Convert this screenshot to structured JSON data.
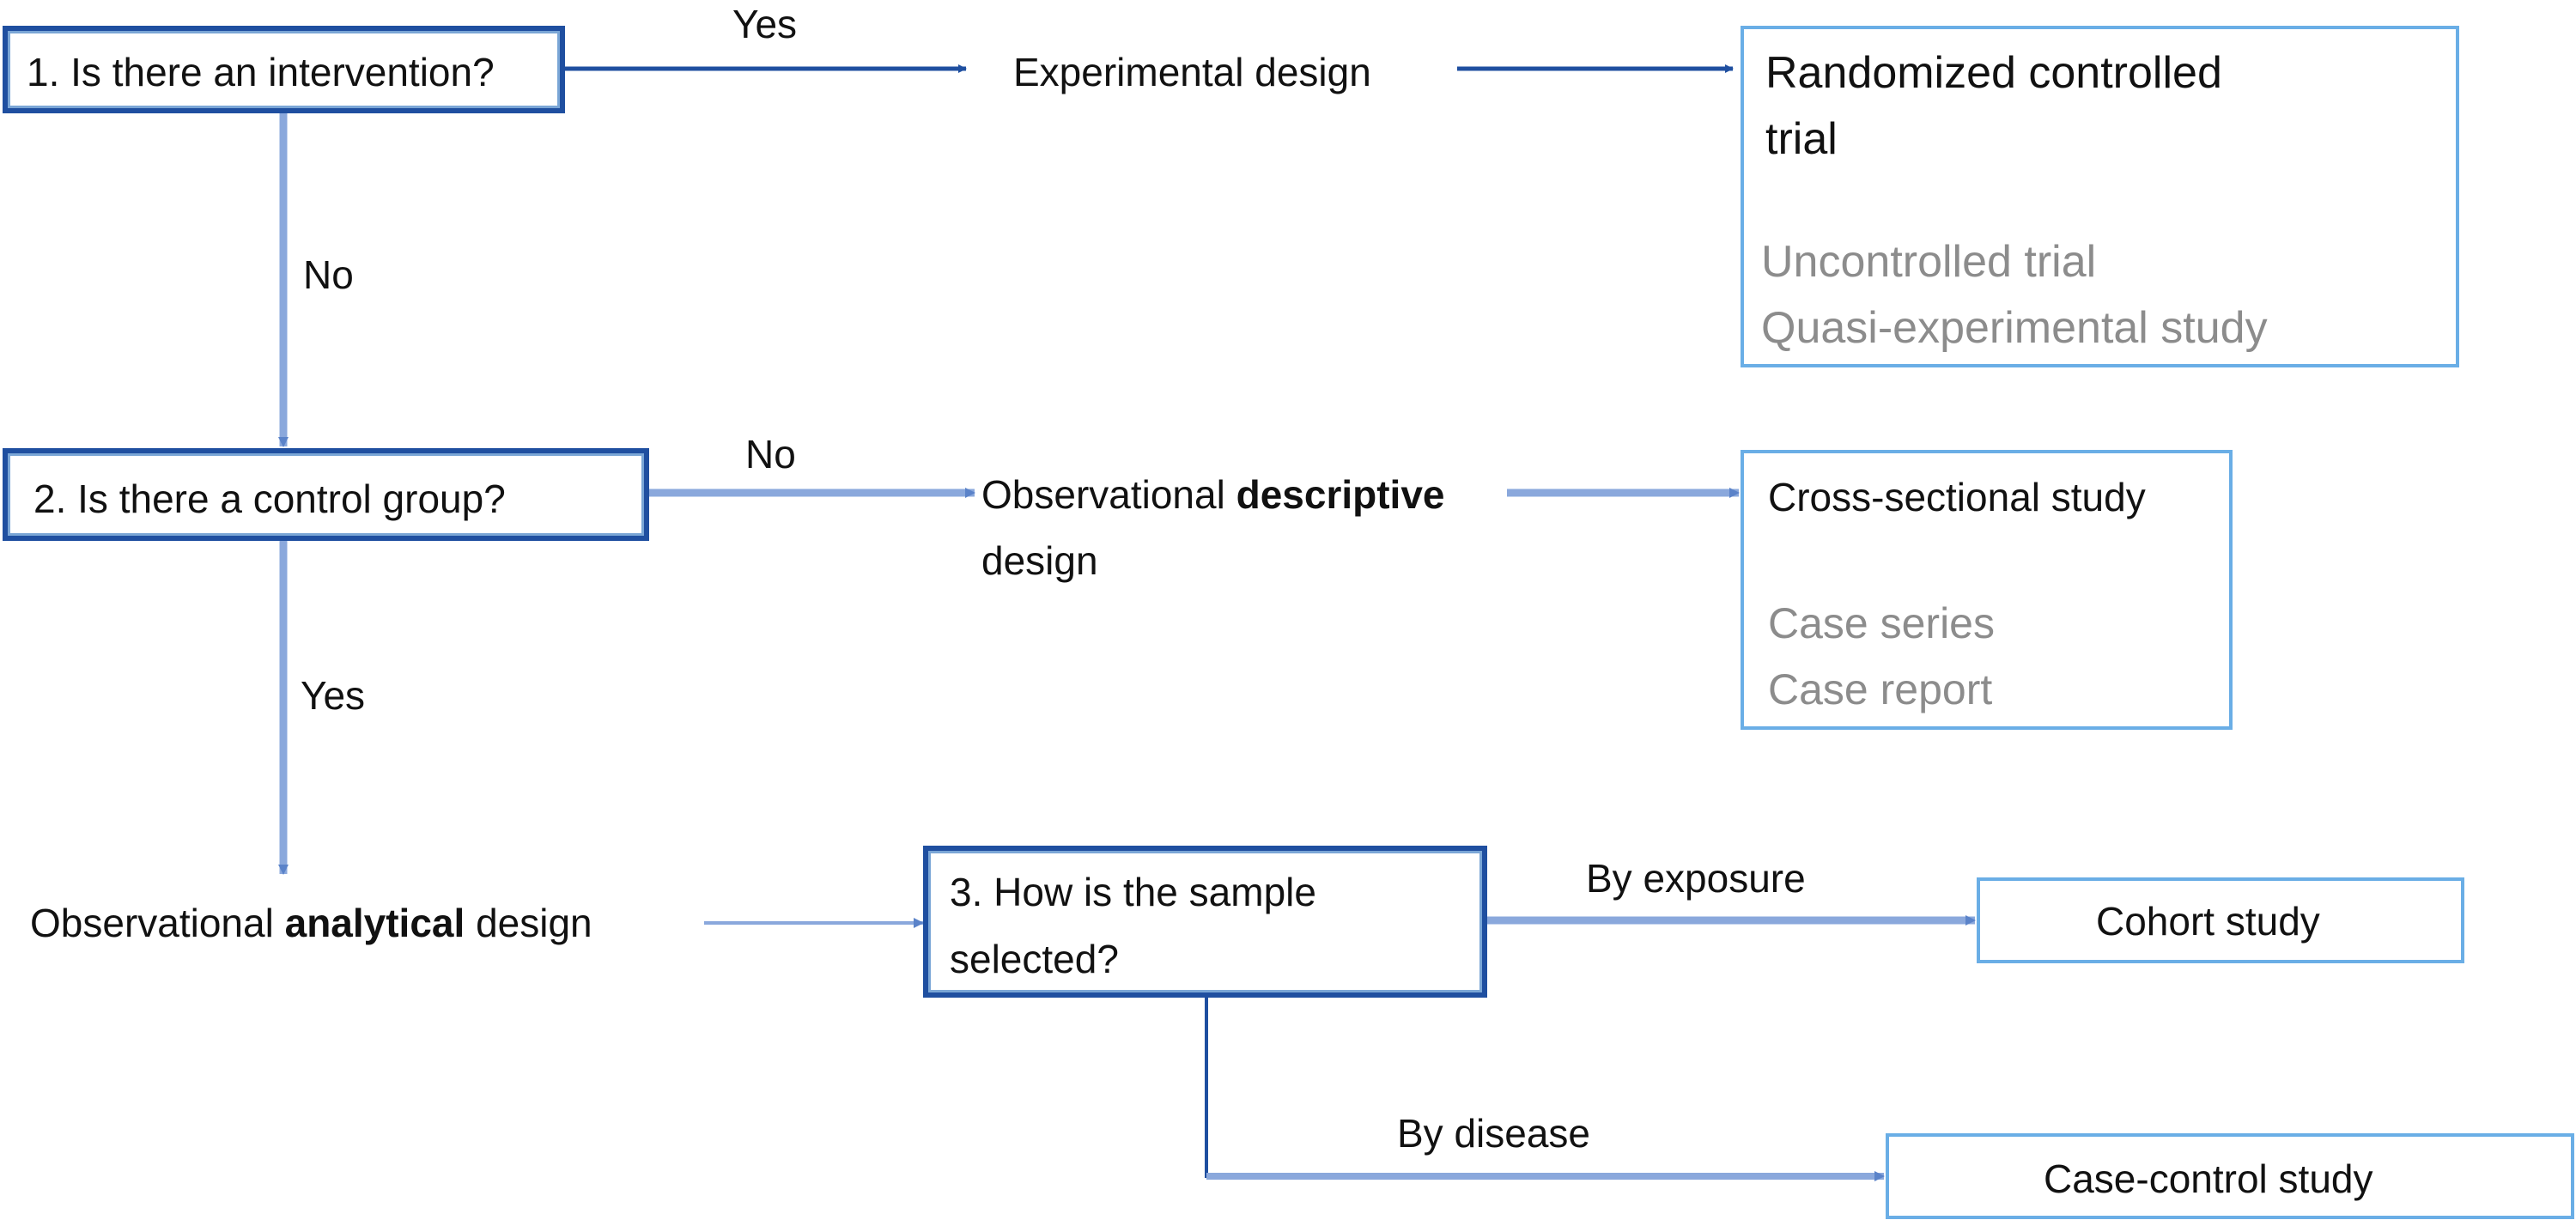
{
  "questions": {
    "q1": "1.  Is there an intervention?",
    "q2": "2.  Is there a control group?",
    "q3_line1": "3.  How is the sample",
    "q3_line2": "selected?"
  },
  "edge_labels": {
    "q1_yes": "Yes",
    "q1_no": "No",
    "q2_no": "No",
    "q2_yes": "Yes",
    "by_exposure": "By exposure",
    "by_disease": "By disease"
  },
  "designs": {
    "experimental": "Experimental design",
    "descriptive": {
      "pre": "Observational ",
      "bold": "descriptive",
      "line2": "design"
    },
    "analytical": {
      "pre": "Observational ",
      "bold": "analytical",
      "post": " design"
    }
  },
  "experimental_box": {
    "primary_line1": "Randomized controlled",
    "primary_line2": "trial",
    "secondary": [
      "Uncontrolled trial",
      "Quasi-experimental study"
    ]
  },
  "descriptive_box": {
    "primary": "Cross-sectional study",
    "secondary": [
      "Case series",
      "Case report"
    ]
  },
  "outcomes": {
    "cohort": "Cohort study",
    "case_control": "Case-control study"
  },
  "colors": {
    "dark_blue": "#1f4fa0",
    "light_blue": "#6aaee6",
    "arrow_light": "#8aa8dc",
    "secondary_text": "#8c8c8c"
  }
}
